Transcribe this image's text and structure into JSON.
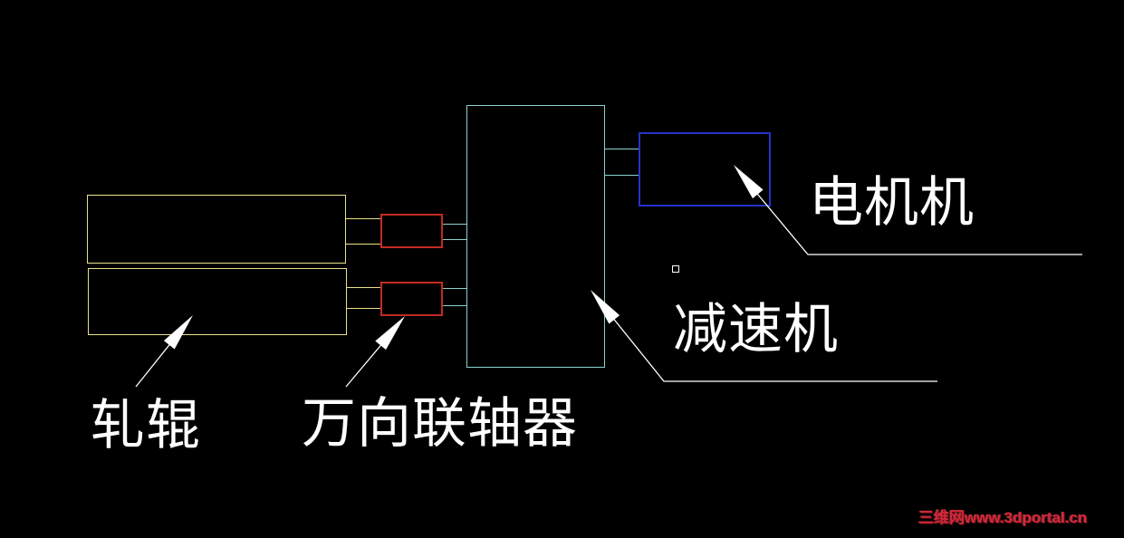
{
  "canvas": {
    "background": "#000000"
  },
  "colors": {
    "roll": "#e9e18a",
    "coupling": "#c32a22",
    "reducer": "#8ad2cf",
    "motor": "#2433cc",
    "annotation": "#ffffff",
    "watermark": "#d2293a"
  },
  "labels": {
    "roll": "轧辊",
    "coupling": "万向联轴器",
    "reducer": "减速机",
    "motor": "电机机"
  },
  "watermark": {
    "text": "三维网www.3dportal.cn"
  }
}
